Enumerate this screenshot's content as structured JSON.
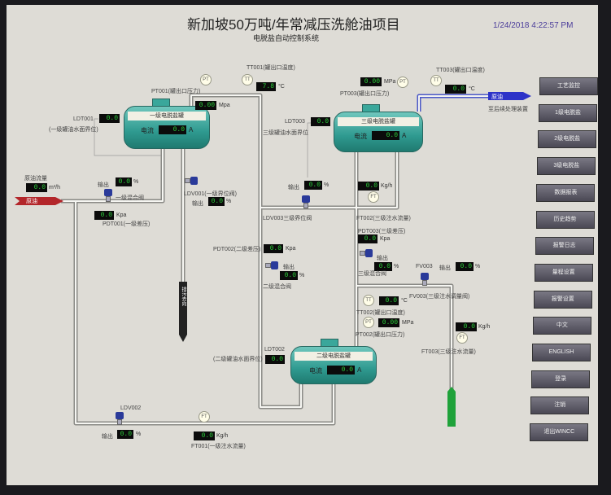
{
  "header": {
    "title": "新加坡50万吨/年常减压洗舱油项目",
    "subtitle": "电脱盐自动控制系统",
    "datetime": "1/24/2018 4:22:57 PM"
  },
  "nav": [
    "工艺监控",
    "1级电脱盐",
    "2级电脱盐",
    "3级电脱盐",
    "数据报表",
    "历史趋势",
    "报警日志",
    "量程设置",
    "报警设置",
    "中文",
    "ENGLISH",
    "登录",
    "注销",
    "退出WINCC"
  ],
  "tanks": {
    "t1": {
      "name": "一级电脱盐罐",
      "current_label": "电流",
      "current": "0.0",
      "unit": "A"
    },
    "t2": {
      "name": "二级电脱盐罐",
      "current_label": "电流",
      "current": "0.0",
      "unit": "A"
    },
    "t3": {
      "name": "三级电脱盐罐",
      "current_label": "电流",
      "current": "0.0",
      "unit": "A"
    }
  },
  "crude_in": {
    "label": "原油",
    "flow_label": "原油流量",
    "flow": "0.0",
    "unit": "m³/h"
  },
  "crude_out": {
    "label": "原油",
    "dest": "至后续处理装置"
  },
  "drain": {
    "label": "排污去向"
  },
  "inst": {
    "TT001": {
      "label": "TT001(罐出口温度)",
      "value": "7.8",
      "unit": "°C",
      "tag": "TT"
    },
    "PT001": {
      "label": "PT001(罐出口压力)",
      "value": "0.00",
      "unit": "Mpa",
      "tag": "PT"
    },
    "LDT001": {
      "tag": "LDT001",
      "label": "(一级罐油水面界位)",
      "value": "0.0"
    },
    "MV1": {
      "out_label": "输出",
      "value": "0.0",
      "unit": "%",
      "label": "一级混合阀"
    },
    "PDT001": {
      "label": "PDT001(一级差压)",
      "value": "0.0",
      "unit": "Kpa"
    },
    "LDV001": {
      "label": "LDV001(一级界位阀)",
      "out_label": "输出",
      "value": "0.0",
      "unit": "%"
    },
    "LDT003": {
      "tag": "LDT003",
      "label": "三级罐油水面界位",
      "value": "0.0"
    },
    "PT003": {
      "label": "PT003(罐出口压力)",
      "value": "0.00",
      "unit": "MPa",
      "tag": "PT"
    },
    "TT003": {
      "label": "TT003(罐出口温度)",
      "value": "0.0",
      "unit": "°C",
      "tag": "TT"
    },
    "LDV003": {
      "label": "LDV003三级界位阀",
      "out_label": "输出",
      "value": "0.0",
      "unit": "%"
    },
    "FT002": {
      "label": "FT002(三级注水流量)",
      "value": "0.0",
      "unit": "Kg/h",
      "tag": "FT"
    },
    "PDT003": {
      "label": "PDT003(三级差压)",
      "value": "0.0",
      "unit": "Kpa"
    },
    "MV3": {
      "out_label": "输出",
      "value": "0.0",
      "unit": "%",
      "label": "三级混合阀"
    },
    "FV003": {
      "tag": "FV003",
      "out_label": "输出",
      "value": "0.0",
      "unit": "%",
      "label": "FV003(三级注水调量阀)"
    },
    "PDT002": {
      "label": "PDT002(二级差压)",
      "value": "0.0",
      "unit": "Kpa"
    },
    "MV2": {
      "out_label": "输出",
      "value": "0.0",
      "unit": "%",
      "label": "二级混合阀"
    },
    "TT002": {
      "label": "TT002(罐出口温度)",
      "value": "0.0",
      "unit": "°C",
      "tag": "TT"
    },
    "PT002": {
      "label": "PT002(罐出口压力)",
      "value": "0.00",
      "unit": "MPa",
      "tag": "PT"
    },
    "FT003": {
      "label": "FT003(三级注水流量)",
      "value": "0.0",
      "unit": "Kg/h",
      "tag": "FT"
    },
    "LDT002": {
      "tag": "LDT002",
      "label": "(二级罐油水面界位)",
      "value": "0.0"
    },
    "LDV002": {
      "tag": "LDV002",
      "out_label": "输出",
      "value": "0.0",
      "unit": "%"
    },
    "FT001": {
      "label": "FT001(一级注水流量)",
      "value": "0.0",
      "unit": "Kg/h",
      "tag": "FT"
    }
  }
}
